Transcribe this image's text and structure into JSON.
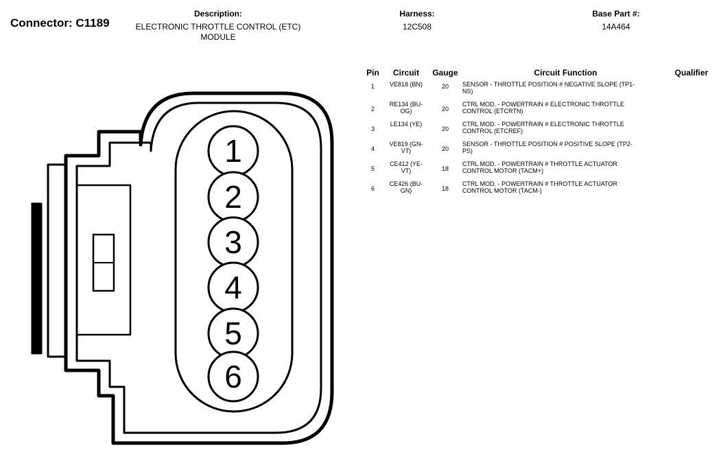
{
  "header": {
    "connector_label": "Connector: C1189",
    "description_title": "Description:",
    "description_line1": "ELECTRONIC THROTTLE CONTROL (ETC)",
    "description_line2": "MODULE",
    "harness_title": "Harness:",
    "harness_value": "12C508",
    "base_part_title": "Base Part #:",
    "base_part_value": "14A464"
  },
  "table": {
    "columns": [
      "Pin",
      "Circuit",
      "Gauge",
      "Circuit Function",
      "Qualifier"
    ],
    "rows": [
      {
        "pin": "1",
        "circuit_l1": "VE818 (BN)",
        "circuit_l2": "",
        "gauge": "20",
        "func_l1": "SENSOR - THROTTLE POSITION # NEGATIVE SLOPE (TP1-",
        "func_l2": "NS)",
        "qualifier": ""
      },
      {
        "pin": "2",
        "circuit_l1": "RE134 (BU-",
        "circuit_l2": "OG)",
        "gauge": "20",
        "func_l1": "CTRL MOD. - POWERTRAIN # ELECTRONIC THROTTLE",
        "func_l2": "CONTROL (ETCRTN)",
        "qualifier": ""
      },
      {
        "pin": "3",
        "circuit_l1": "LE134 (YE)",
        "circuit_l2": "",
        "gauge": "20",
        "func_l1": "CTRL MOD. - POWERTRAIN # ELECTRONIC THROTTLE",
        "func_l2": "CONTROL (ETCREF)",
        "qualifier": ""
      },
      {
        "pin": "4",
        "circuit_l1": "VE819 (GN-",
        "circuit_l2": "VT)",
        "gauge": "20",
        "func_l1": "SENSOR - THROTTLE POSITION # POSITIVE SLOPE (TP2-",
        "func_l2": "PS)",
        "qualifier": ""
      },
      {
        "pin": "5",
        "circuit_l1": "CE412 (YE-",
        "circuit_l2": "VT)",
        "gauge": "18",
        "func_l1": "CTRL MOD. - POWERTRAIN # THROTTLE ACTUATOR",
        "func_l2": "CONTROL MOTOR (TACM+)",
        "qualifier": ""
      },
      {
        "pin": "6",
        "circuit_l1": "CE426 (BU-",
        "circuit_l2": "GN)",
        "gauge": "18",
        "func_l1": "CTRL MOD. - POWERTRAIN # THROTTLE ACTUATOR",
        "func_l2": "CONTROL MOTOR (TACM-)",
        "qualifier": ""
      }
    ]
  },
  "diagram": {
    "pin_numbers": [
      "1",
      "2",
      "3",
      "4",
      "5",
      "6"
    ]
  }
}
